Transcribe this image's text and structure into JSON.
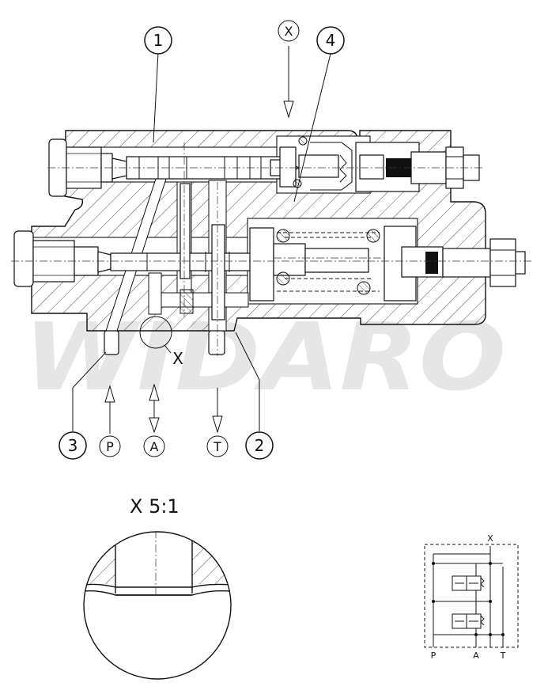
{
  "drawing": {
    "watermark": "WIDARO",
    "callouts": [
      {
        "id": "callout-1",
        "text": "1"
      },
      {
        "id": "callout-2",
        "text": "2"
      },
      {
        "id": "callout-3",
        "text": "3"
      },
      {
        "id": "callout-4",
        "text": "4"
      }
    ],
    "ports": {
      "x_top": "X",
      "p": "P",
      "a": "A",
      "t": "T"
    },
    "detail_marker": "X",
    "detail_title": "X 5:1",
    "schematic": {
      "x": "X",
      "p": "P",
      "a": "A",
      "t": "T"
    }
  }
}
